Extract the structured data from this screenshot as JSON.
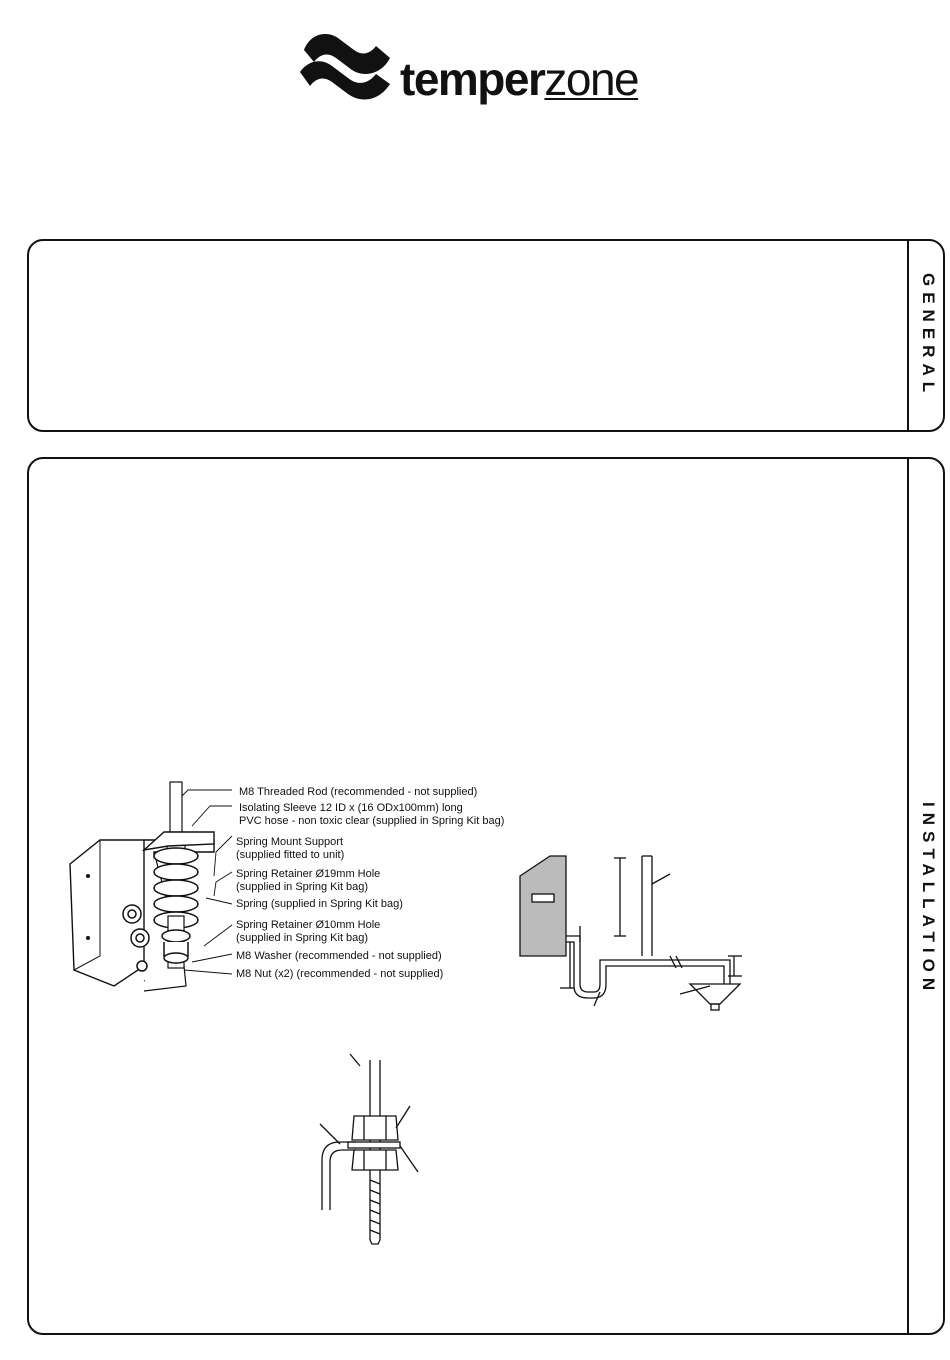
{
  "brand": {
    "name_part1": "temper",
    "name_part2": "zone"
  },
  "sections": {
    "general": {
      "label": "GENERAL"
    },
    "installation": {
      "label": "INSTALLATION"
    }
  },
  "spring_mount_diagram": {
    "labels": [
      "M8 Threaded Rod (recommended - not supplied)",
      "Isolating Sleeve 12 ID x (16 ODx100mm) long",
      "PVC hose - non toxic clear (supplied in Spring Kit bag)",
      "Spring Mount Support",
      "(supplied fitted to unit)",
      "Spring Retainer Ø19mm Hole",
      "(supplied in Spring Kit bag)",
      "Spring (supplied in Spring Kit bag)",
      "Spring Retainer Ø10mm Hole",
      "(supplied in Spring Kit bag)",
      "M8 Washer (recommended - not supplied)",
      "M8 Nut (x2) (recommended - not supplied)"
    ]
  }
}
